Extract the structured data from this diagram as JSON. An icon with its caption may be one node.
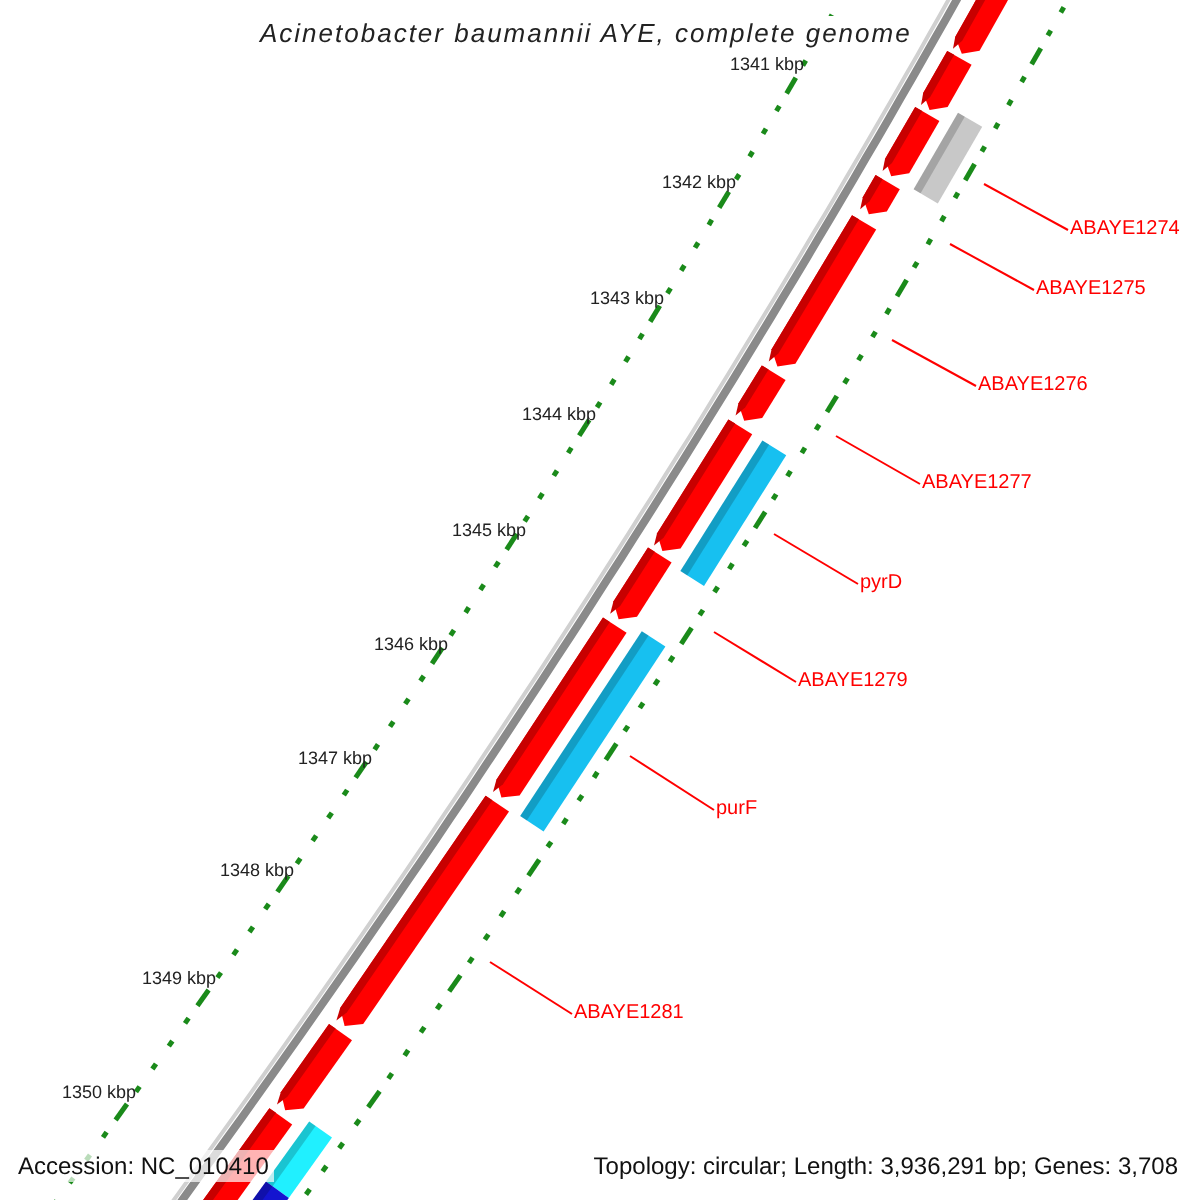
{
  "diagram": {
    "title": "Acinetobacter baumannii AYE, complete genome",
    "nodes": [
      {
        "text": [
          "ABAYE1274"
        ]
      },
      {
        "text": [
          "ABAYE1275"
        ]
      },
      {
        "text": [
          "ABAYE1276"
        ]
      },
      {
        "text": [
          "ABAYE1277"
        ]
      },
      {
        "text": [
          "pyrD"
        ]
      },
      {
        "text": [
          "ABAYE1279"
        ]
      },
      {
        "text": [
          "purF"
        ]
      },
      {
        "text": [
          "ABAYE1281"
        ]
      }
    ],
    "edges": [
      {
        "from": 0,
        "to": null,
        "arrow": "none"
      },
      {
        "from": 1,
        "to": null,
        "arrow": "none"
      },
      {
        "from": 2,
        "to": null,
        "arrow": "none"
      },
      {
        "from": 3,
        "to": null,
        "arrow": "none"
      },
      {
        "from": 4,
        "to": null,
        "arrow": "none"
      },
      {
        "from": 5,
        "to": null,
        "arrow": "none"
      },
      {
        "from": 6,
        "to": null,
        "arrow": "none"
      },
      {
        "from": 7,
        "to": null,
        "arrow": "none"
      }
    ],
    "labels": [
      "1341 kbp",
      "1342 kbp",
      "1343 kbp",
      "1344 kbp",
      "1345 kbp",
      "1346 kbp",
      "1347 kbp",
      "1348 kbp",
      "1349 kbp",
      "1350 kbp",
      "Accession: NC_010410",
      "Topology: circular; Length: 3,936,291 bp; Genes: 3,708"
    ]
  }
}
